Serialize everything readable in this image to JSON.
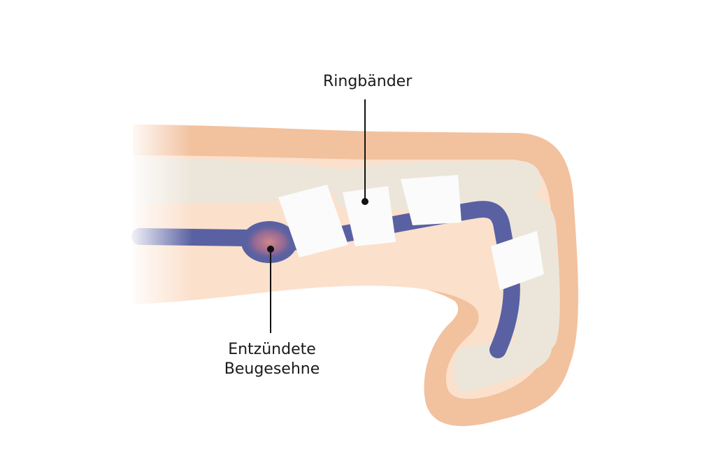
{
  "labels": {
    "ring": "Ringbänder",
    "tendon_line1": "Entzündete",
    "tendon_line2": "Beugesehne"
  },
  "colors": {
    "skin": "#f2c19e",
    "soft_tissue": "#fbe0cc",
    "bone": "#ece6da",
    "tendon": "#5961a2",
    "ligament": "#fbfbfb",
    "inflammation": "#c87880",
    "leader": "#111111"
  }
}
